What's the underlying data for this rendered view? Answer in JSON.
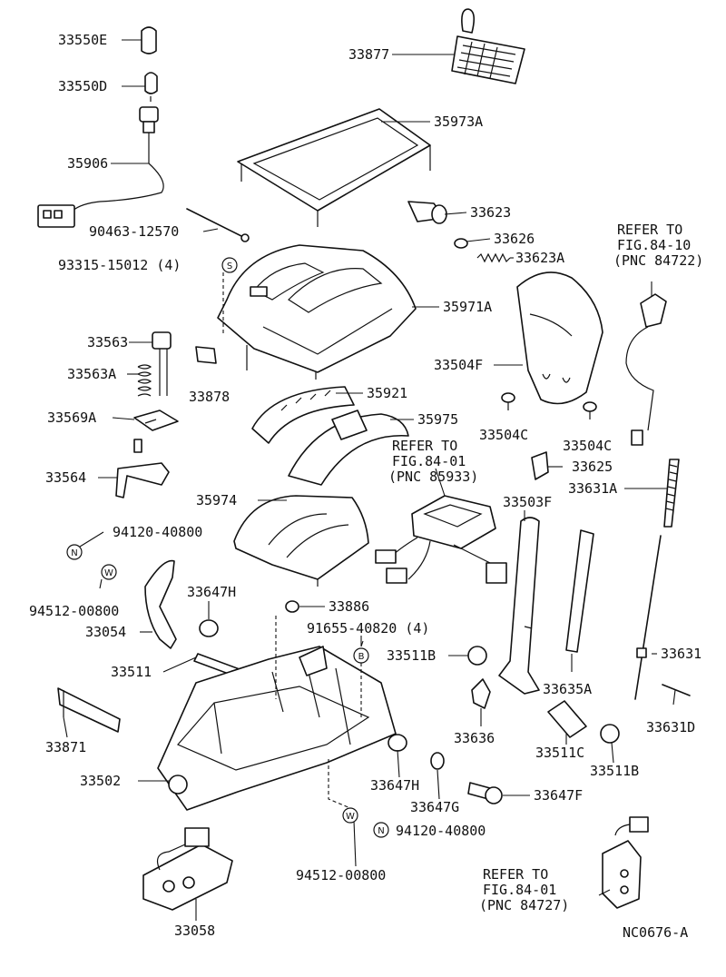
{
  "labels": {
    "p33550E": "33550E",
    "p33550D": "33550D",
    "p35906": "35906",
    "p90463": "90463-12570",
    "p93315": "93315-15012 (4)",
    "p33563": "33563",
    "p33563A": "33563A",
    "p33878": "33878",
    "p33569A": "33569A",
    "p33564": "33564",
    "p94120a": "94120-40800",
    "p94512a": "94512-00800",
    "p33647Ha": "33647H",
    "p33054": "33054",
    "p33511": "33511",
    "p33871": "33871",
    "p33502": "33502",
    "p33058": "33058",
    "p94512b": "94512-00800",
    "p33877": "33877",
    "p35973A": "35973A",
    "p33623": "33623",
    "p33626": "33626",
    "p33623A": "33623A",
    "p35971A": "35971A",
    "p35921": "35921",
    "p35975": "35975",
    "p35974": "35974",
    "p33886": "33886",
    "p91655": "91655-40820 (4)",
    "p33511B_a": "33511B",
    "p33636": "33636",
    "p33647Hb": "33647H",
    "p33647G": "33647G",
    "p33647F": "33647F",
    "p94120b": "94120-40800",
    "p33504F": "33504F",
    "p33504C_a": "33504C",
    "p33504C_b": "33504C",
    "p33625": "33625",
    "p33503F": "33503F",
    "p33631A": "33631A",
    "p33635A": "33635A",
    "p33631": "33631",
    "p33631D": "33631D",
    "p33511C": "33511C",
    "p33511B_b": "33511B"
  },
  "refs": {
    "ref1_l1": "REFER TO",
    "ref1_l2": "FIG.84-10",
    "ref1_l3": "(PNC 84722)",
    "ref2_l1": "REFER TO",
    "ref2_l2": "FIG.84-01",
    "ref2_l3": "(PNC 85933)",
    "ref3_l1": "REFER TO",
    "ref3_l2": "FIG.84-01",
    "ref3_l3": "(PNC 84727)"
  },
  "symbols": {
    "s": "S",
    "n": "N",
    "w": "W",
    "b": "B"
  },
  "figure_code": "NC0676-A"
}
